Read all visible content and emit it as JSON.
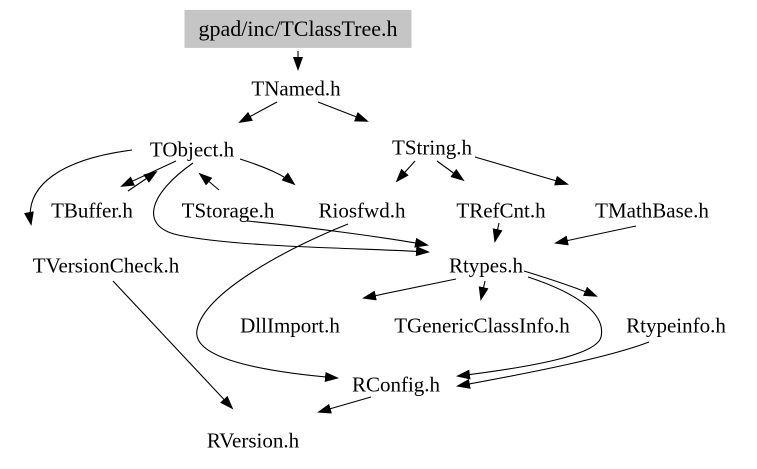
{
  "diagram": {
    "type": "include-dependency-graph",
    "root_label": "gpad/inc/TClassTree.h",
    "root_highlight_color": "#c5c5c5",
    "edge_color": "#000000",
    "background_color": "#ffffff",
    "nodes": [
      "gpad/inc/TClassTree.h",
      "TNamed.h",
      "TObject.h",
      "TString.h",
      "TBuffer.h",
      "TStorage.h",
      "Riosfwd.h",
      "TRefCnt.h",
      "TMathBase.h",
      "TVersionCheck.h",
      "Rtypes.h",
      "DllImport.h",
      "TGenericClassInfo.h",
      "Rtypeinfo.h",
      "RConfig.h",
      "RVersion.h"
    ],
    "edges": [
      [
        "gpad/inc/TClassTree.h",
        "TNamed.h"
      ],
      [
        "TNamed.h",
        "TObject.h"
      ],
      [
        "TNamed.h",
        "TString.h"
      ],
      [
        "TObject.h",
        "TBuffer.h"
      ],
      [
        "TBuffer.h",
        "TObject.h"
      ],
      [
        "TObject.h",
        "Riosfwd.h"
      ],
      [
        "TObject.h",
        "TVersionCheck.h"
      ],
      [
        "TObject.h",
        "Rtypes.h"
      ],
      [
        "TStorage.h",
        "Rtypes.h"
      ],
      [
        "TString.h",
        "Riosfwd.h"
      ],
      [
        "TString.h",
        "TRefCnt.h"
      ],
      [
        "TString.h",
        "TMathBase.h"
      ],
      [
        "TRefCnt.h",
        "Rtypes.h"
      ],
      [
        "TMathBase.h",
        "Rtypes.h"
      ],
      [
        "Riosfwd.h",
        "RConfig.h"
      ],
      [
        "Rtypes.h",
        "DllImport.h"
      ],
      [
        "Rtypes.h",
        "TGenericClassInfo.h"
      ],
      [
        "Rtypes.h",
        "Rtypeinfo.h"
      ],
      [
        "Rtypes.h",
        "RConfig.h"
      ],
      [
        "Rtypeinfo.h",
        "RConfig.h"
      ],
      [
        "TVersionCheck.h",
        "RVersion.h"
      ],
      [
        "RConfig.h",
        "RVersion.h"
      ]
    ]
  }
}
